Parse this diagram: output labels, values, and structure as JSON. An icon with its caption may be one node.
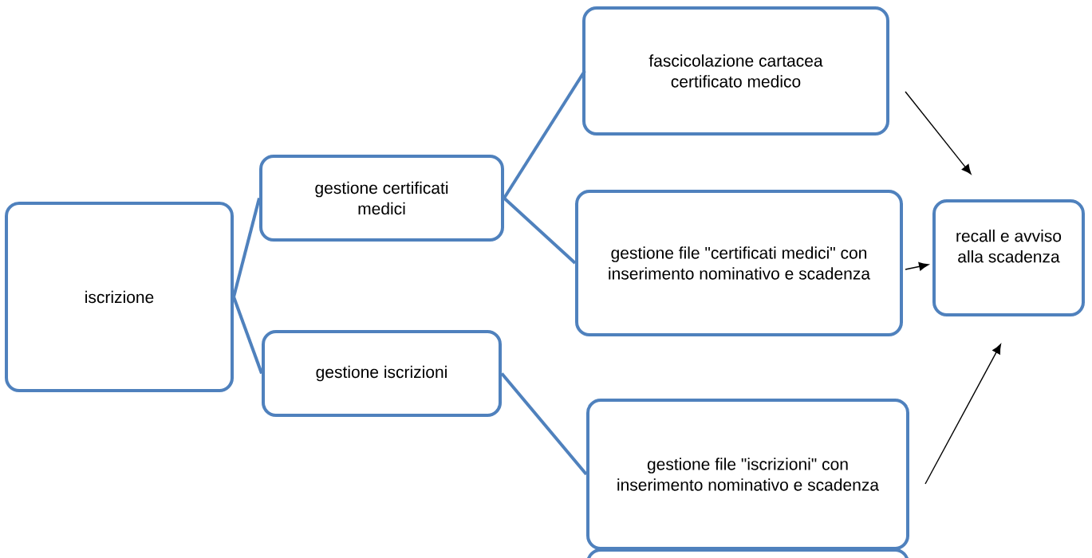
{
  "diagram": {
    "nodes": [
      {
        "text": [
          "iscrizione"
        ]
      },
      {
        "text": [
          "gestione certificati medici"
        ]
      },
      {
        "text": [
          "gestione iscrizioni"
        ]
      },
      {
        "text": [
          "fascicolazione cartacea certificato medico"
        ]
      },
      {
        "text": [
          "gestione file \"certificati medici\" con inserimento nominativo e scadenza"
        ]
      },
      {
        "text": [
          "gestione file \"iscrizioni\" con inserimento nominativo e scadenza"
        ]
      },
      {
        "text": [
          "recall e avviso alla scadenza"
        ]
      },
      {
        "text": [],
        "shape": "box"
      }
    ],
    "edges": [
      {
        "from": 0,
        "to": 1,
        "arrow": "none"
      },
      {
        "from": 0,
        "to": 2,
        "arrow": "none"
      },
      {
        "from": 1,
        "to": 3,
        "arrow": "none"
      },
      {
        "from": 1,
        "to": 4,
        "arrow": "none"
      },
      {
        "from": 2,
        "to": 5,
        "arrow": "none"
      },
      {
        "from": 3,
        "to": 6,
        "arrow": "to",
        "color": "#000000"
      },
      {
        "from": 4,
        "to": 6,
        "arrow": "to",
        "color": "#000000"
      },
      {
        "from": 5,
        "to": 6,
        "arrow": "to",
        "color": "#000000"
      }
    ]
  }
}
